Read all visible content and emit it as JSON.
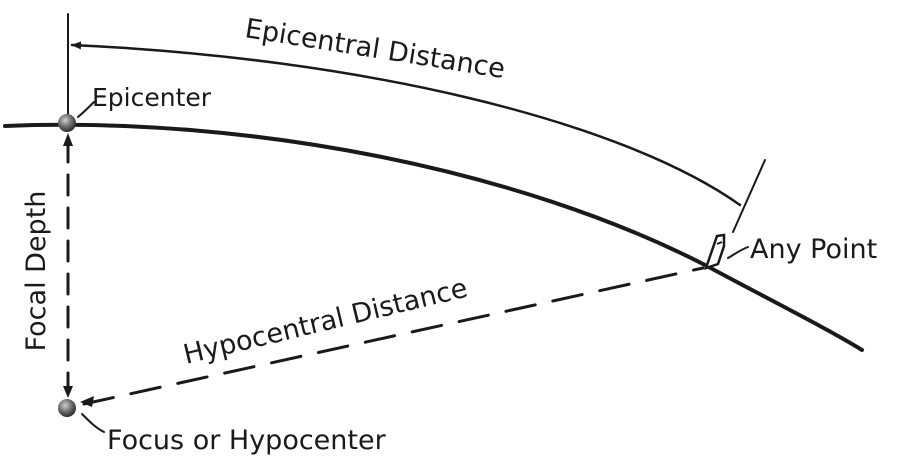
{
  "labels": {
    "epicentral_distance": "Epicentral Distance",
    "epicenter": "Epicenter",
    "focal_depth": "Focal Depth",
    "any_point": "Any Point",
    "hypocentral_distance": "Hypocentral Distance",
    "focus": "Focus or Hypocenter"
  },
  "colors": {
    "ink": "#1a1a1a",
    "background": "#ffffff",
    "marker": "#555555"
  }
}
